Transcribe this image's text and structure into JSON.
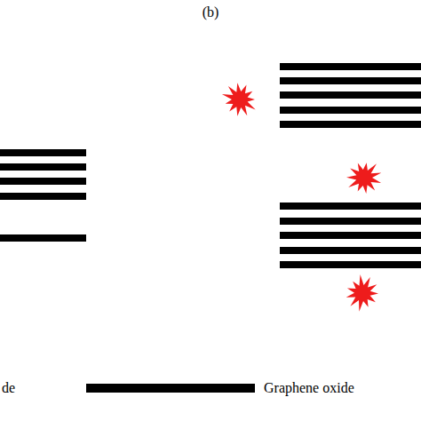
{
  "diagram": {
    "labels": [
      "(b)",
      "de"
    ],
    "legend": [
      {
        "text": "Graphene oxide"
      }
    ]
  }
}
